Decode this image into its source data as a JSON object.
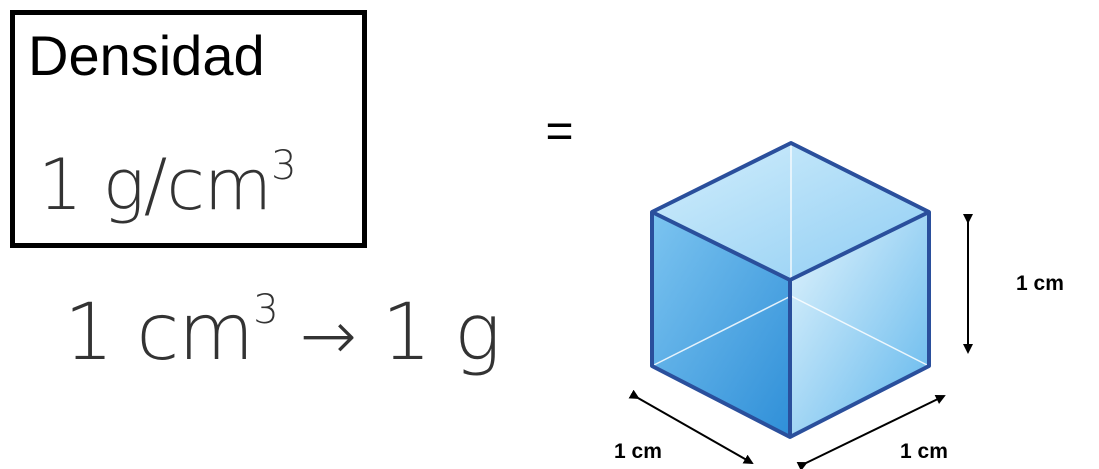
{
  "density_box": {
    "title": "Densidad",
    "equals": "=",
    "value_number": "1 g/cm",
    "value_exponent": "3"
  },
  "relation": {
    "left_number": "1 cm",
    "left_exponent": "3",
    "arrow": "→",
    "right": "1 g"
  },
  "cube": {
    "height_label": "1 cm",
    "depth_label": "1 cm",
    "width_label": "1 cm",
    "colors": {
      "edge": "#2a4f9c",
      "face_light": "#b9e3fb",
      "face_mid": "#5fb6ec",
      "face_dark": "#2f8fd8"
    }
  }
}
